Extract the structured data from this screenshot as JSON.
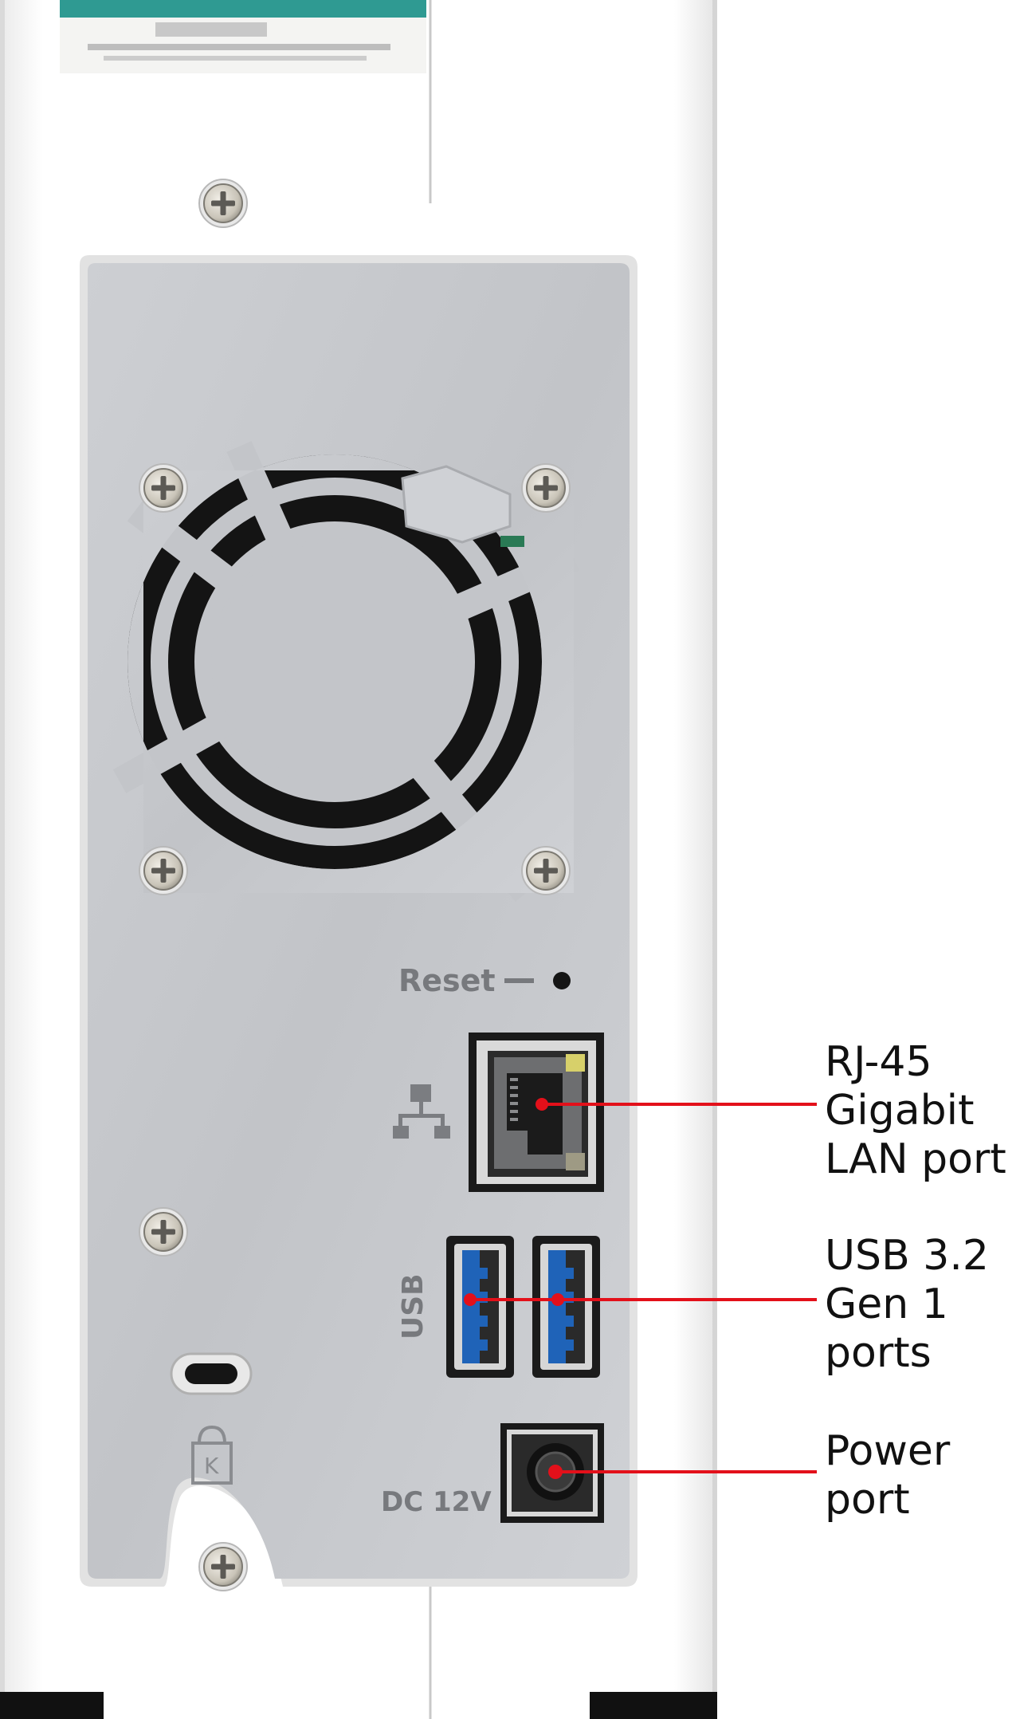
{
  "panel_labels": {
    "reset": "Reset",
    "usb": "USB",
    "dc": "DC 12V",
    "kensington": "K"
  },
  "callouts": {
    "lan": {
      "lines": [
        "RJ-45",
        "Gigabit",
        "LAN port"
      ]
    },
    "usb": {
      "lines": [
        "USB 3.2",
        "Gen 1",
        "ports"
      ]
    },
    "power": {
      "lines": [
        "Power",
        "port"
      ]
    }
  },
  "colors": {
    "leader_line": "#e3101a",
    "usb_blue": "#1f63b8",
    "label_teal": "#2f9a92",
    "chassis": "#ffffff",
    "panel": "#c4c6ca"
  },
  "icons": [
    "screw-icon",
    "network-icon",
    "kensington-lock-icon",
    "fan-grille-icon"
  ]
}
